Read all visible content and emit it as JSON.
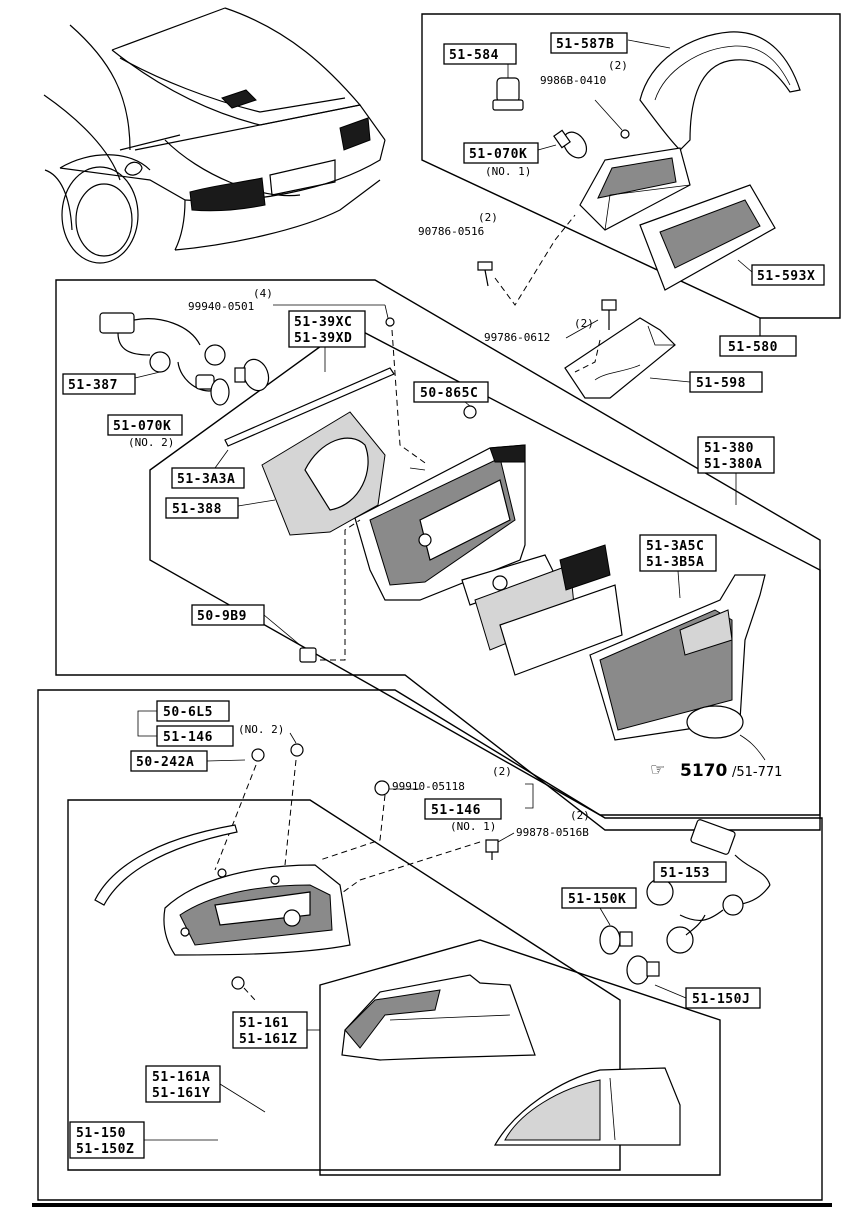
{
  "callouts": {
    "p51_584": "51-584",
    "p51_587b": "51-587B",
    "q2_a": "(2)",
    "p9986b": "9986B-0410",
    "p51_070k_1": "51-070K",
    "no1_a": "(NO. 1)",
    "q2_b": "(2)",
    "p90786": "90786-0516",
    "p51_593x": "51-593X",
    "q4": "(4)",
    "p99940": "99940-0501",
    "p51_39xc": "51-39XC",
    "p51_39xd": "51-39XD",
    "q2_c": "(2)",
    "p99786": "99786-0612",
    "p51_580": "51-580",
    "p51_387": "51-387",
    "p51_598": "51-598",
    "p50_865c": "50-865C",
    "p51_070k_2": "51-070K",
    "no2_a": "(NO. 2)",
    "p51_380": "51-380",
    "p51_380a": "51-380A",
    "p51_3a3a": "51-3A3A",
    "p51_388": "51-388",
    "p51_3a5c": "51-3A5C",
    "p51_3b5a": "51-3B5A",
    "p50_9b9": "50-9B9",
    "ref_bold": "5170",
    "ref_rest": "/51-771",
    "p50_6l5": "50-6L5",
    "p51_146_a": "51-146",
    "no2_b": "(NO. 2)",
    "p50_242a": "50-242A",
    "q2_d": "(2)",
    "p99910": "99910-05118",
    "p51_146_b": "51-146",
    "q2_e": "(2)",
    "no1_b": "(NO. 1)",
    "p99878": "99878-0516B",
    "p51_153": "51-153",
    "p51_150k": "51-150K",
    "p51_150j": "51-150J",
    "p51_161": "51-161",
    "p51_161z": "51-161Z",
    "p51_161a": "51-161A",
    "p51_161y": "51-161Y",
    "p51_150": "51-150",
    "p51_150z": "51-150Z"
  }
}
